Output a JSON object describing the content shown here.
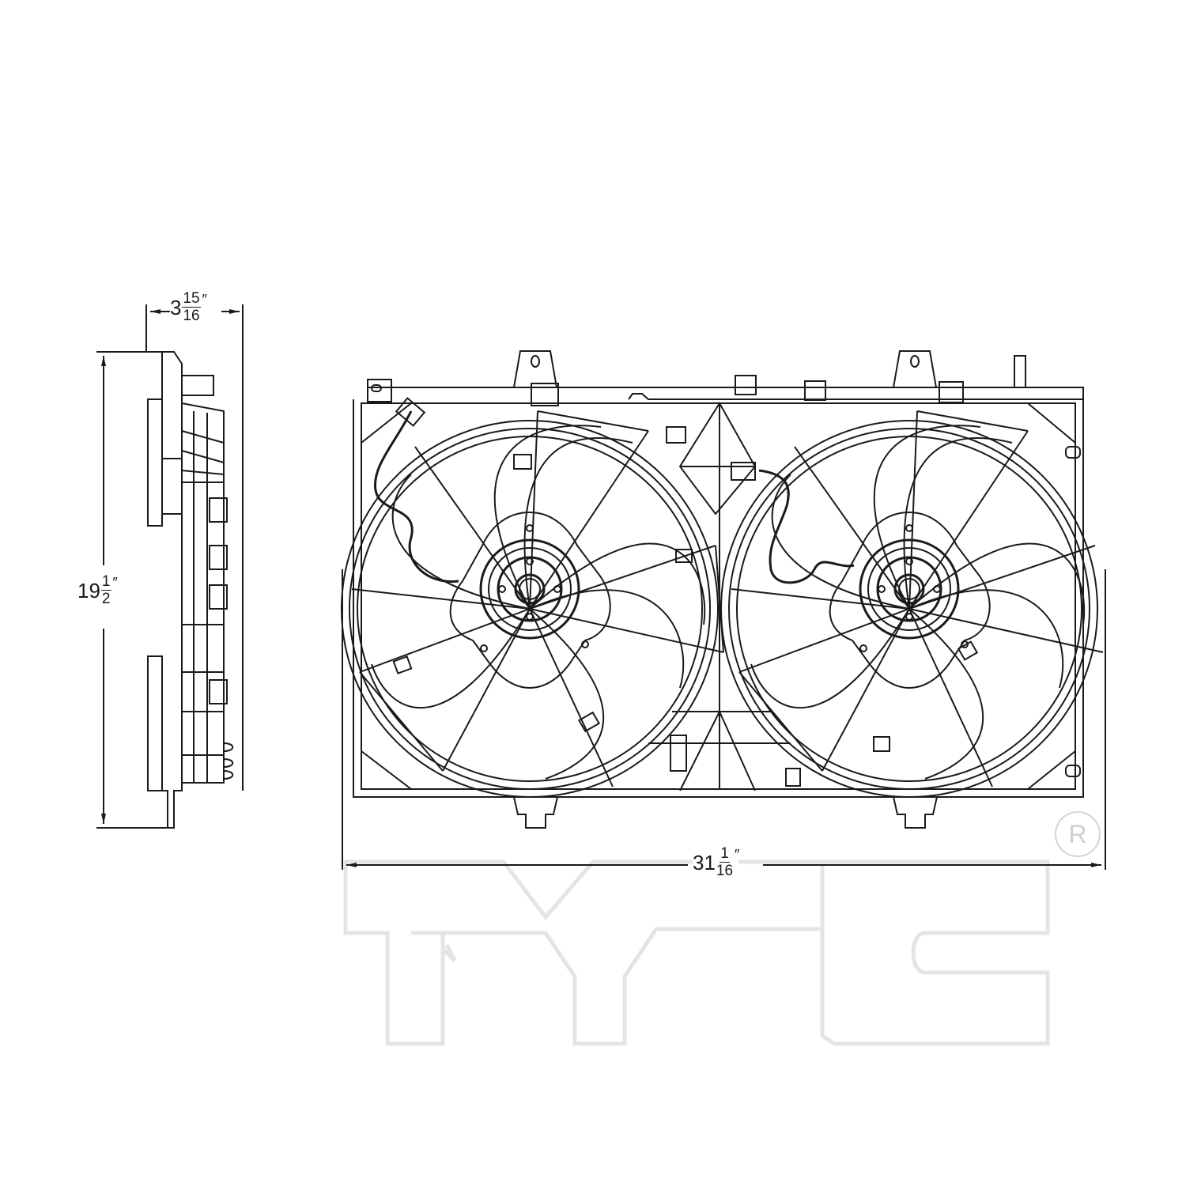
{
  "drawing": {
    "subject": "Dual radiator cooling fan assembly",
    "views": [
      "side-view",
      "front-view"
    ],
    "line_color": "#1a1a1a",
    "background": "#ffffff"
  },
  "dimensions": {
    "depth": {
      "whole": "3",
      "num": "15",
      "den": "16",
      "unit": "″"
    },
    "height": {
      "whole": "19",
      "num": "1",
      "den": "2",
      "unit": "″"
    },
    "width": {
      "whole": "31",
      "num": "1",
      "den": "16",
      "unit": "″"
    }
  },
  "watermark": {
    "text": "TYC",
    "registered_mark": "R",
    "color": "#e6e6e6"
  }
}
